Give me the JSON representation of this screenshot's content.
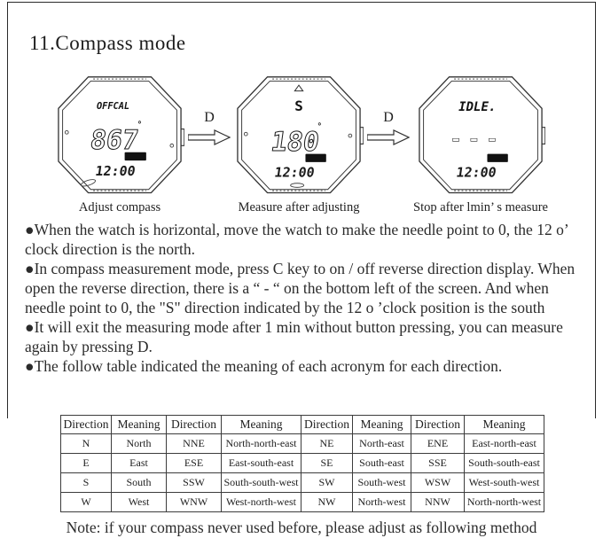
{
  "page": {
    "title": "11.Compass mode",
    "note": "Note: if your compass never used before, please adjust as following method"
  },
  "figures": {
    "arrow_label": "D",
    "watches": [
      {
        "caption": "Adjust compass",
        "top_label": "OFFCAL",
        "main_value": "867",
        "degree_mark": "°",
        "time": "12:00"
      },
      {
        "caption": "Measure after adjusting",
        "top_label": "S",
        "main_value": "180",
        "degree_mark": "°",
        "time": "12:00"
      },
      {
        "caption": "Stop after lmin’ s measure",
        "top_label": "IDLE.",
        "main_value": "▭ ▭ ▭",
        "time": "12:00"
      }
    ]
  },
  "bullets": [
    "●When the watch is horizontal, move the watch to make the needle point to 0, the 12 o’ clock direction is the north.",
    "●In compass measurement mode, press C key to on / off reverse direction display. When open the reverse direction, there is a “ - “ on the bottom left of the screen. And when needle point to 0, the \"S\" direction indicated by the 12 o ’clock position is the south",
    "●It will exit the measuring mode after 1 min without button pressing, you can measure again by pressing D.",
    "●The follow table indicated the meaning of each acronym for each direction."
  ],
  "table": {
    "headers": [
      "Direction",
      "Meaning",
      "Direction",
      "Meaning",
      "Direction",
      "Meaning",
      "Direction",
      "Meaning"
    ],
    "rows": [
      [
        "N",
        "North",
        "NNE",
        "North-north-east",
        "NE",
        "North-east",
        "ENE",
        "East-north-east"
      ],
      [
        "E",
        "East",
        "ESE",
        "East-south-east",
        "SE",
        "South-east",
        "SSE",
        "South-south-east"
      ],
      [
        "S",
        "South",
        "SSW",
        "South-south-west",
        "SW",
        "South-west",
        "WSW",
        "West-south-west"
      ],
      [
        "W",
        "West",
        "WNW",
        "West-north-west",
        "NW",
        "North-west",
        "NNW",
        "North-north-west"
      ]
    ]
  }
}
